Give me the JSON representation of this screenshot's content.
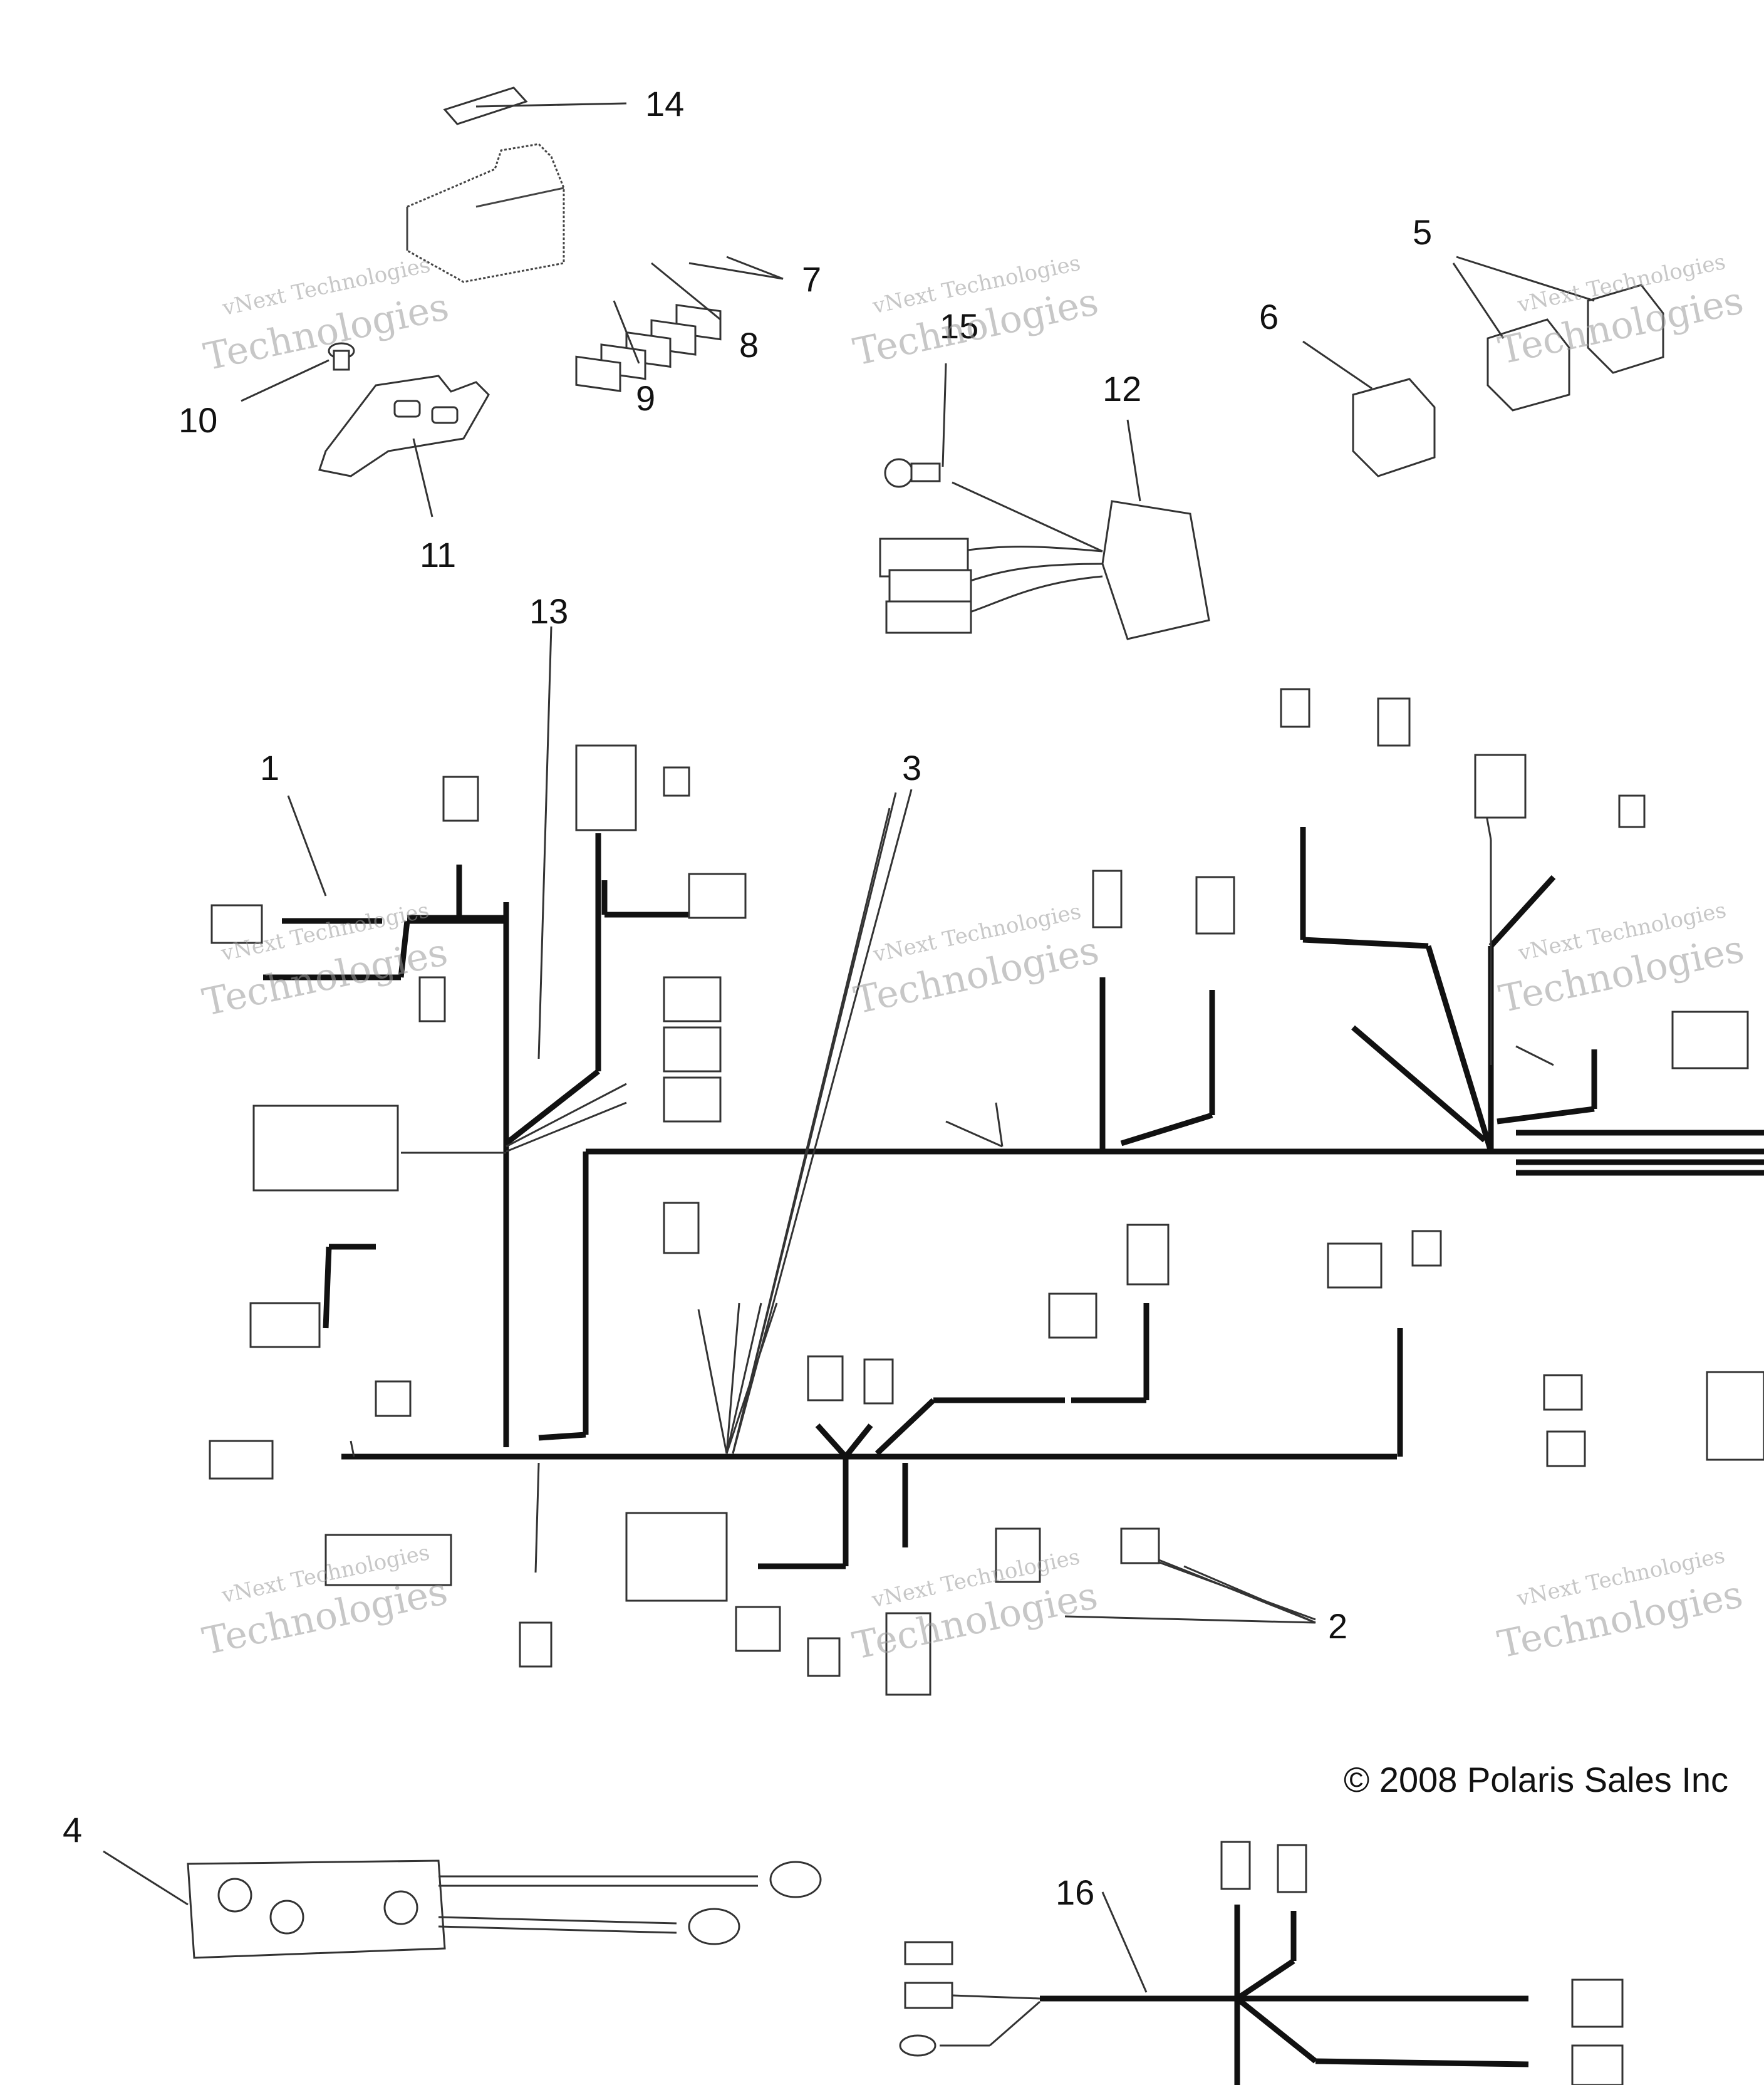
{
  "callouts": {
    "c1": "1",
    "c2": "2",
    "c3": "3",
    "c4": "4",
    "c5": "5",
    "c6": "6",
    "c7": "7",
    "c8": "8",
    "c9": "9",
    "c10": "10",
    "c11": "11",
    "c12": "12",
    "c13": "13",
    "c14": "14",
    "c15": "15",
    "c16": "16"
  },
  "copyright": "© 2008 Polaris Sales Inc",
  "watermark": {
    "line1": "vNext Technologies",
    "line2": "Technologies"
  },
  "colors": {
    "wire": "#111111",
    "part_outline": "#333333",
    "watermark": "#9a9a9a"
  }
}
